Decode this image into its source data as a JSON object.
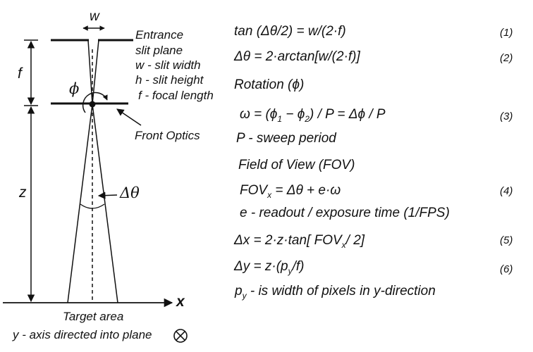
{
  "diagram": {
    "label_w": "w",
    "label_f": "f",
    "label_z": "z",
    "label_phi": "ϕ",
    "label_dtheta": "Δθ",
    "label_x": "x",
    "legend": {
      "line1": "Entrance",
      "line2": "slit plane",
      "line3": "w - slit width",
      "line4": "h - slit height",
      "line5": "f - focal length"
    },
    "front_optics": "Front Optics",
    "target_area": "Target area",
    "y_axis_note": "y - axis directed into plane"
  },
  "equations": {
    "eq1": {
      "text": "tan (Δθ/2) = w/(2·f)",
      "num": "(1)"
    },
    "eq2": {
      "text": "Δθ = 2·arctan[w/(2·f)]",
      "num": "(2)"
    },
    "rotation": "Rotation (ϕ)",
    "eq3": {
      "text_pre": "ω = (ϕ",
      "sub1": "1",
      "text_mid": " − ϕ",
      "sub2": "2",
      "text_post": ") / P  =  Δϕ / P",
      "num": "(3)"
    },
    "sweep": "P - sweep period",
    "fov_title": "Field of View (FOV)",
    "eq4": {
      "pre": "FOV",
      "sub": "x",
      "post": " = Δθ + e·ω",
      "num": "(4)"
    },
    "readout": "e - readout / exposure time (1/FPS)",
    "eq5": {
      "pre": "Δx = 2·z·tan[ FOV",
      "sub": "x",
      "post": "/ 2]",
      "num": "(5)"
    },
    "eq6": {
      "pre": "Δy = z·(p",
      "sub": "y",
      "post": "/f)",
      "num": "(6)"
    },
    "py_note": {
      "pre": "p",
      "sub": "y",
      "post": " - is width of pixels in y-direction"
    }
  }
}
